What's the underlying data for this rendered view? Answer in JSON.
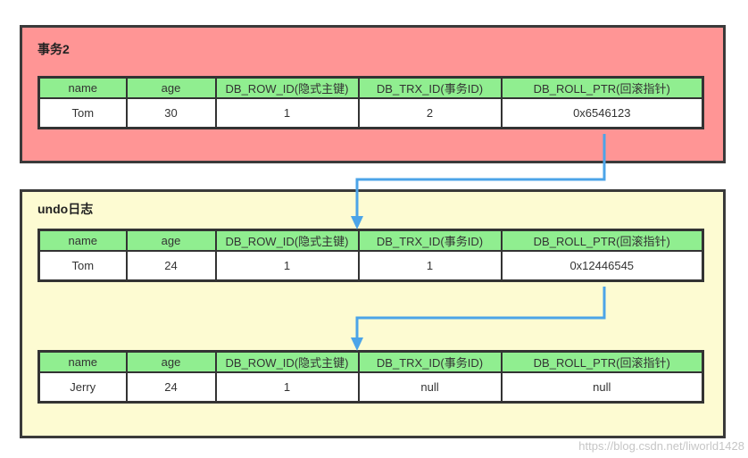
{
  "panels": {
    "transaction": {
      "title": "事务2"
    },
    "undo_log": {
      "title": "undo日志"
    }
  },
  "table_headers": [
    "name",
    "age",
    "DB_ROW_ID(隐式主键)",
    "DB_TRX_ID(事务ID)",
    "DB_ROLL_PTR(回滚指针)"
  ],
  "tables": [
    {
      "name": "transaction-current-row",
      "cells": [
        "Tom",
        "30",
        "1",
        "2",
        "0x6546123"
      ]
    },
    {
      "name": "undo-log-version-1",
      "cells": [
        "Tom",
        "24",
        "1",
        "1",
        "0x12446545"
      ]
    },
    {
      "name": "undo-log-version-0",
      "cells": [
        "Jerry",
        "24",
        "1",
        "null",
        "null"
      ]
    }
  ],
  "arrows": {
    "description": "DB_ROLL_PTR rollback pointer links to previous row version"
  },
  "colors": {
    "panel_pink": "#ff9595",
    "panel_yellow": "#fdfbd2",
    "header_green": "#90ee90",
    "border_dark": "#3a3a3a",
    "arrow_blue": "#4ca4e8"
  },
  "watermark": "https://blog.csdn.net/liworld1428"
}
